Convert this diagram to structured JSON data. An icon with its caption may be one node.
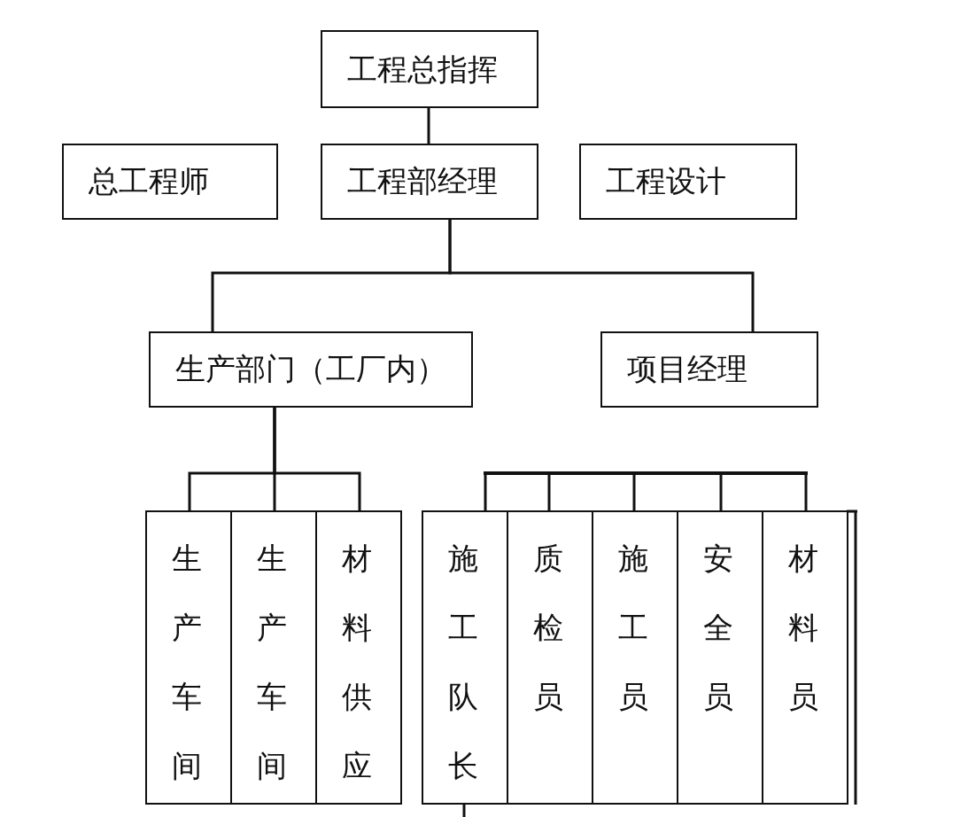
{
  "diagram": {
    "nodes": [
      {
        "text": [
          "工程总指挥"
        ]
      },
      {
        "text": [
          "总工程师"
        ]
      },
      {
        "text": [
          "工程部经理"
        ]
      },
      {
        "text": [
          "工程设计"
        ]
      },
      {
        "text": [
          "生产部门（工厂内）"
        ]
      },
      {
        "text": [
          "项目经理"
        ]
      },
      {
        "text": [
          "生产车间"
        ]
      },
      {
        "text": [
          "生产车间"
        ]
      },
      {
        "text": [
          "材料供应"
        ]
      },
      {
        "text": [
          "施工队长"
        ]
      },
      {
        "text": [
          "质检员"
        ]
      },
      {
        "text": [
          "施工员"
        ]
      },
      {
        "text": [
          "安全员"
        ]
      },
      {
        "text": [
          "材料员"
        ]
      },
      {
        "text": [],
        "shape": "bar"
      }
    ],
    "edges": [
      {
        "from": 0,
        "to": 2,
        "arrow": "none"
      },
      {
        "from": 2,
        "to": 4,
        "arrow": "none"
      },
      {
        "from": 2,
        "to": 5,
        "arrow": "none"
      },
      {
        "from": 4,
        "to": 6,
        "arrow": "none"
      },
      {
        "from": 4,
        "to": 7,
        "arrow": "none"
      },
      {
        "from": 4,
        "to": 8,
        "arrow": "none"
      },
      {
        "from": 9,
        "to": null,
        "arrow": "none"
      },
      {
        "from": 14,
        "to": 9,
        "arrow": "none"
      },
      {
        "from": 14,
        "to": 10,
        "arrow": "none"
      },
      {
        "from": 14,
        "to": 11,
        "arrow": "none"
      },
      {
        "from": 14,
        "to": 12,
        "arrow": "none"
      },
      {
        "from": 14,
        "to": 13,
        "arrow": "none"
      }
    ]
  }
}
